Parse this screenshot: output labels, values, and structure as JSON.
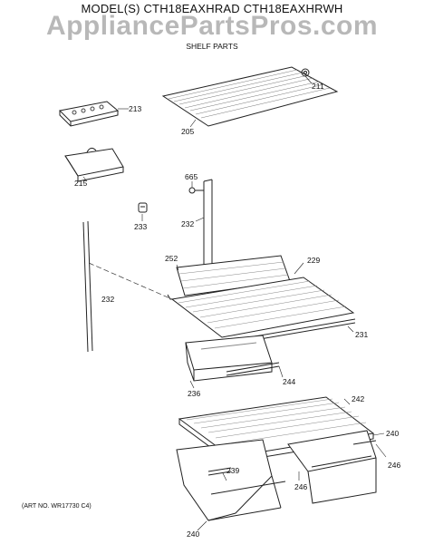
{
  "header": {
    "title": "MODEL(S) CTH18EAXHRAD  CTH18EAXHRWH",
    "watermark": "AppliancePartsPros.com",
    "subtitle": "SHELF PARTS"
  },
  "footer": {
    "art_no": "(ART NO. WR17730 C4)"
  },
  "callouts": {
    "c211": "211",
    "c213": "213",
    "c205": "205",
    "c215": "215",
    "c665": "665",
    "c233": "233",
    "c232a": "232",
    "c232b": "232",
    "c252": "252",
    "c229": "229",
    "c231": "231",
    "c236": "236",
    "c244": "244",
    "c242": "242",
    "c240a": "240",
    "c246a": "246",
    "c239": "239",
    "c246b": "246",
    "c240b": "240"
  }
}
